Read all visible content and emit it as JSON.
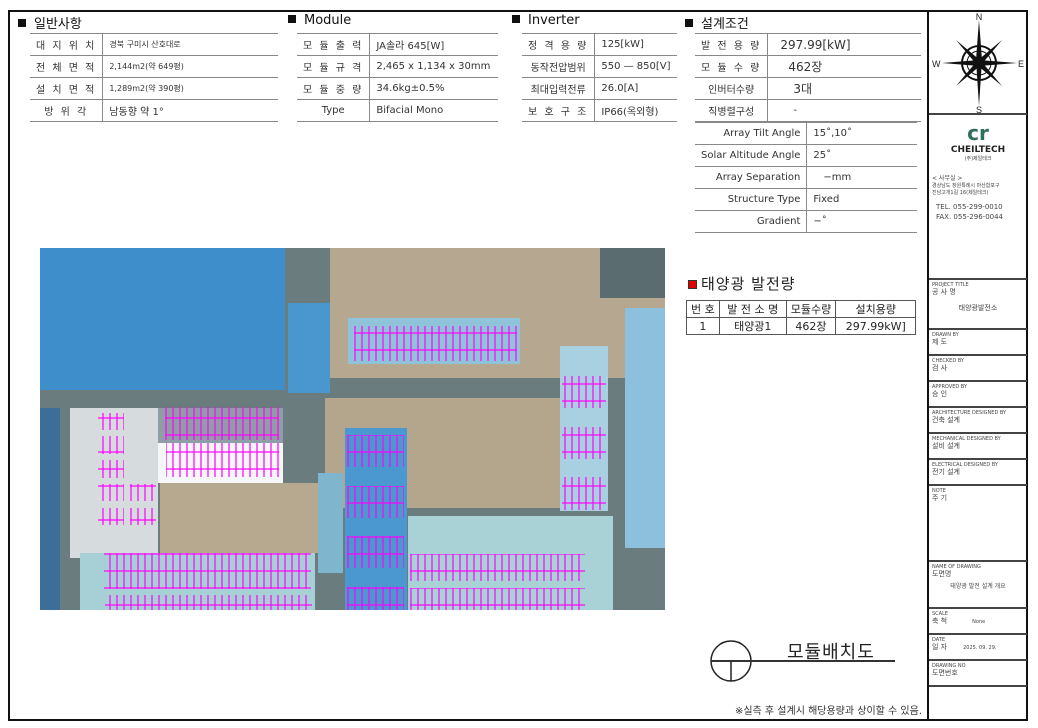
{
  "general": {
    "title": "일반사항",
    "rows": [
      {
        "label": "대 지 위 치",
        "value": "경북 구미시 산호대로"
      },
      {
        "label": "전 체 면 적",
        "value": "2,144m2(약 649평)"
      },
      {
        "label": "설 치 면 적",
        "value": "1,289m2(약 390평)"
      },
      {
        "label": "방 위 각",
        "value": "남동향 약 1°"
      }
    ]
  },
  "module": {
    "title": "Module",
    "rows": [
      {
        "label": "모 듈 출 력",
        "value": "JA솔라 645[W]"
      },
      {
        "label": "모 듈 규 격",
        "value": "2,465 x 1,134 x 30mm"
      },
      {
        "label": "모 듈 중 량",
        "value": "34.6kg±0.5%"
      },
      {
        "label": "Type",
        "value": "Bifacial Mono"
      }
    ]
  },
  "inverter": {
    "title": "Inverter",
    "rows": [
      {
        "label": "정 격 용 량",
        "value": "125[kW]"
      },
      {
        "label": "동작전압범위",
        "value": "550 — 850[V]"
      },
      {
        "label": "최대입력전류",
        "value": "26.0[A]"
      },
      {
        "label": "보 호 구 조",
        "value": "IP66(옥외형)"
      }
    ]
  },
  "design": {
    "title": "설계조건",
    "rows": [
      {
        "label": "발 전 용 량",
        "value": "297.99[kW]"
      },
      {
        "label": "모 듈 수 량",
        "value": "462장"
      },
      {
        "label": "인버터수량",
        "value": "3대"
      },
      {
        "label": "직병렬구성",
        "value": "-"
      }
    ],
    "rows2": [
      {
        "label": "Array Tilt Angle",
        "value": "15˚,10˚"
      },
      {
        "label": "Solar Altitude Angle",
        "value": "25˚"
      },
      {
        "label": "Array Separation",
        "value": "−mm"
      },
      {
        "label": "Structure Type",
        "value": "Fixed"
      },
      {
        "label": "Gradient",
        "value": "−˚"
      }
    ]
  },
  "generation": {
    "title": "태양광 발전량",
    "headers": [
      "번 호",
      "발 전 소 명",
      "모듈수량",
      "설치용량"
    ],
    "row": [
      "1",
      "태양광1",
      "462장",
      "297.99kW]"
    ]
  },
  "drawing_title": "모듈배치도",
  "note": "※실측 후 설계시 해당용량과 상이할 수 있음.",
  "compass": {
    "n": "N",
    "s": "S",
    "e": "E",
    "w": "W"
  },
  "titleblock": {
    "company": "CHEILTECH",
    "company_sub": "(주)제일테크",
    "office_label": "< 사무실 >",
    "address1": "경상남도 창원특례시 마산합포구",
    "address2": "진남고개1길 16(제일테크)",
    "tel": "TEL. 055-299-0010",
    "fax": "FAX. 055-296-0044",
    "project_title_en": "PROJECT TITLE",
    "project_title_ko": "공 사 명",
    "project_name": "태양광발전소",
    "drawn_en": "DRAWN BY",
    "drawn_ko": "제 도",
    "checked_en": "CHECKED BY",
    "checked_ko": "검 사",
    "approved_en": "APPROVED BY",
    "approved_ko": "승 인",
    "arch_en": "ARCHITECTURE DESIGNED BY",
    "arch_ko": "건축 설계",
    "mech_en": "MECHANICAL DESIGNED BY",
    "mech_ko": "설비 설계",
    "elec_en": "ELECTRICAL DESIGNED BY",
    "elec_ko": "전기 설계",
    "note_en": "NOTE",
    "note_ko": "주 기",
    "name_en": "NAME OF DRAWING",
    "name_ko": "도면명",
    "drawing_name": "태양광 발전 설계 개요",
    "scale_en": "SCALE",
    "scale_ko": "축 척",
    "scale": "None",
    "date_en": "DATE",
    "date_ko": "일 자",
    "date": "2025. 09. 29.",
    "dwgno_en": "DRAWING NO",
    "dwgno_ko": "도면번호"
  },
  "colors": {
    "panel": "#ff00ff",
    "roof": "#3a8fc8",
    "logo": "#2f6f5e",
    "marker": "#e00000"
  }
}
